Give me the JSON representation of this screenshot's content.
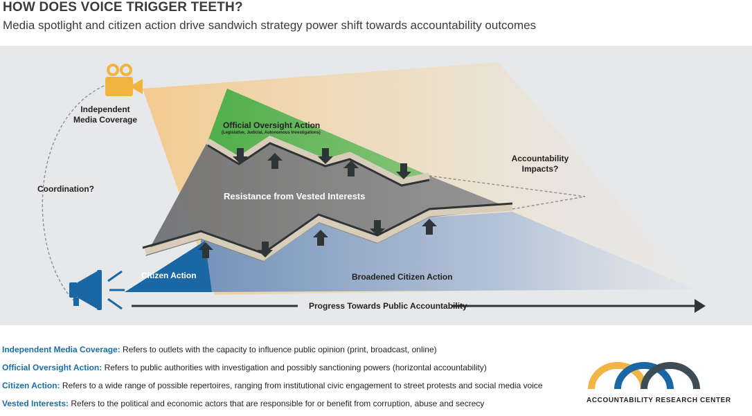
{
  "header": {
    "title": "HOW DOES VOICE TRIGGER TEETH?",
    "subtitle": "Media spotlight and citizen action drive sandwich strategy power shift towards accountability outcomes"
  },
  "diagram": {
    "media_label_line1": "Independent",
    "media_label_line2": "Media Coverage",
    "oversight_label": "Official Oversight Action",
    "oversight_sublabel": "(Legislative, Judicial, Autonomous Investigations)",
    "resistance_label": "Resistance from Vested Interests",
    "impacts_label_line1": "Accountability",
    "impacts_label_line2": "Impacts?",
    "coordination_label": "Coordination?",
    "citizen_label": "Citizen Action",
    "broadened_label": "Broadened Citizen Action",
    "progress_label": "Progress Towards Public Accountability",
    "icons": [
      "video-camera-icon",
      "megaphone-icon"
    ],
    "colors": {
      "panel": "#e7e8e9",
      "media_beam": "#f3c98b",
      "oversight": "#4fae4a",
      "resistance": "#7b7c7e",
      "citizen": "#1b67a3",
      "broadened": "#9db6d4",
      "accent_text": "#1a6ea8"
    }
  },
  "definitions": [
    {
      "term": "Independent Media Coverage:",
      "text": "Refers to outlets with the capacity to influence public opinion (print, broadcast, online)"
    },
    {
      "term": "Official Oversight Action:",
      "text": "Refers to public authorities with investigation and possibly sanctioning powers (horizontal accountability)"
    },
    {
      "term": "Citizen Action:",
      "text": "Refers to a wide range of possible repertoires, ranging from institutional civic engagement to street protests and social media voice"
    },
    {
      "term": "Vested Interests:",
      "text": "Refers to the political and economic actors that are responsible for or benefit from corruption, abuse and secrecy"
    }
  ],
  "logo": {
    "name": "ACCOUNTABILITY RESEARCH CENTER",
    "colors": [
      "#f0b545",
      "#1b67a3",
      "#3d4d55"
    ]
  }
}
